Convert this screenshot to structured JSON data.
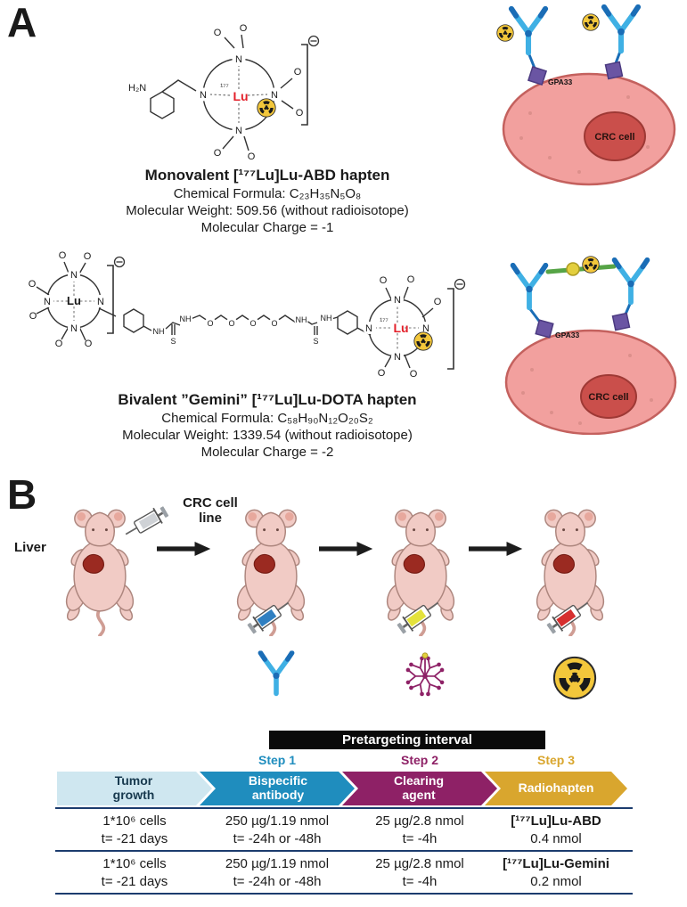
{
  "colors": {
    "accent_blue": "#1f8dbe",
    "accent_purple": "#8e2166",
    "accent_gold": "#d9a62e",
    "light_blue": "#cfe7f0",
    "lu_red": "#e3202a",
    "table_line_navy": "#1c3c6e",
    "antibody_blue": "#3fb0e4",
    "cell_pink": "#f2a09e",
    "gpa33_purple": "#6a55a3",
    "radioactive_yellow": "#f3c73b"
  },
  "panelA": {
    "label": "A",
    "atoms": {
      "n": "N",
      "o": "O",
      "lu": "Lu",
      "iso": "¹⁷⁷",
      "h2n": "H₂N",
      "nh": "NH",
      "s": "S"
    },
    "mono": {
      "title": "Monovalent [¹⁷⁷Lu]Lu-ABD hapten",
      "formula": "Chemical Formula: C₂₃H₃₅N₅O₈",
      "weight": "Molecular Weight: 509.56 (without radioisotope)",
      "charge": "Molecular Charge = -1"
    },
    "gemini": {
      "title": "Bivalent ”Gemini” [¹⁷⁷Lu]Lu-DOTA hapten",
      "formula": "Chemical Formula: C₅₈H₉₀N₁₂O₂₀S₂",
      "weight": "Molecular Weight: 1339.54 (without radioisotope)",
      "charge": "Molecular Charge = -2"
    },
    "cell1": {
      "receptor": "GPA33",
      "cell": "CRC cell"
    },
    "cell2": {
      "receptor": "GPA33",
      "cell": "CRC cell"
    }
  },
  "panelB": {
    "label": "B",
    "mouse_annotations": {
      "injection": "CRC cell line",
      "organ": "Liver"
    },
    "pretargeting_bar": "Pretargeting interval",
    "steps": [
      {
        "label": "Step 1",
        "color": "#1f8dbe"
      },
      {
        "label": "Step 2",
        "color": "#8e2166"
      },
      {
        "label": "Step 3",
        "color": "#d9a62e"
      }
    ],
    "banner": [
      {
        "label": "Tumor growth",
        "color": "#cfe7f0",
        "text_color": "#17394e"
      },
      {
        "label": "Bispecific antibody",
        "color": "#1f8dbe",
        "text_color": "#ffffff"
      },
      {
        "label": "Clearing agent",
        "color": "#8e2166",
        "text_color": "#ffffff"
      },
      {
        "label": "Radiohapten",
        "color": "#d9a62e",
        "text_color": "#ffffff"
      }
    ],
    "table": {
      "rows": [
        {
          "cols": [
            {
              "l1": "1*10⁶ cells",
              "l2": "t= -21 days"
            },
            {
              "l1": "250 µg/1.19 nmol",
              "l2": "t= -24h or -48h"
            },
            {
              "l1": "25 µg/2.8 nmol",
              "l2": "t= -4h"
            },
            {
              "l1": "[¹⁷⁷Lu]Lu-ABD",
              "l2": "0.4 nmol"
            }
          ]
        },
        {
          "cols": [
            {
              "l1": "1*10⁶ cells",
              "l2": "t= -21 days"
            },
            {
              "l1": "250 µg/1.19 nmol",
              "l2": "t= -24h or -48h"
            },
            {
              "l1": "25 µg/2.8 nmol",
              "l2": "t= -4h"
            },
            {
              "l1": "[¹⁷⁷Lu]Lu-Gemini",
              "l2": "0.2 nmol"
            }
          ]
        }
      ]
    }
  }
}
